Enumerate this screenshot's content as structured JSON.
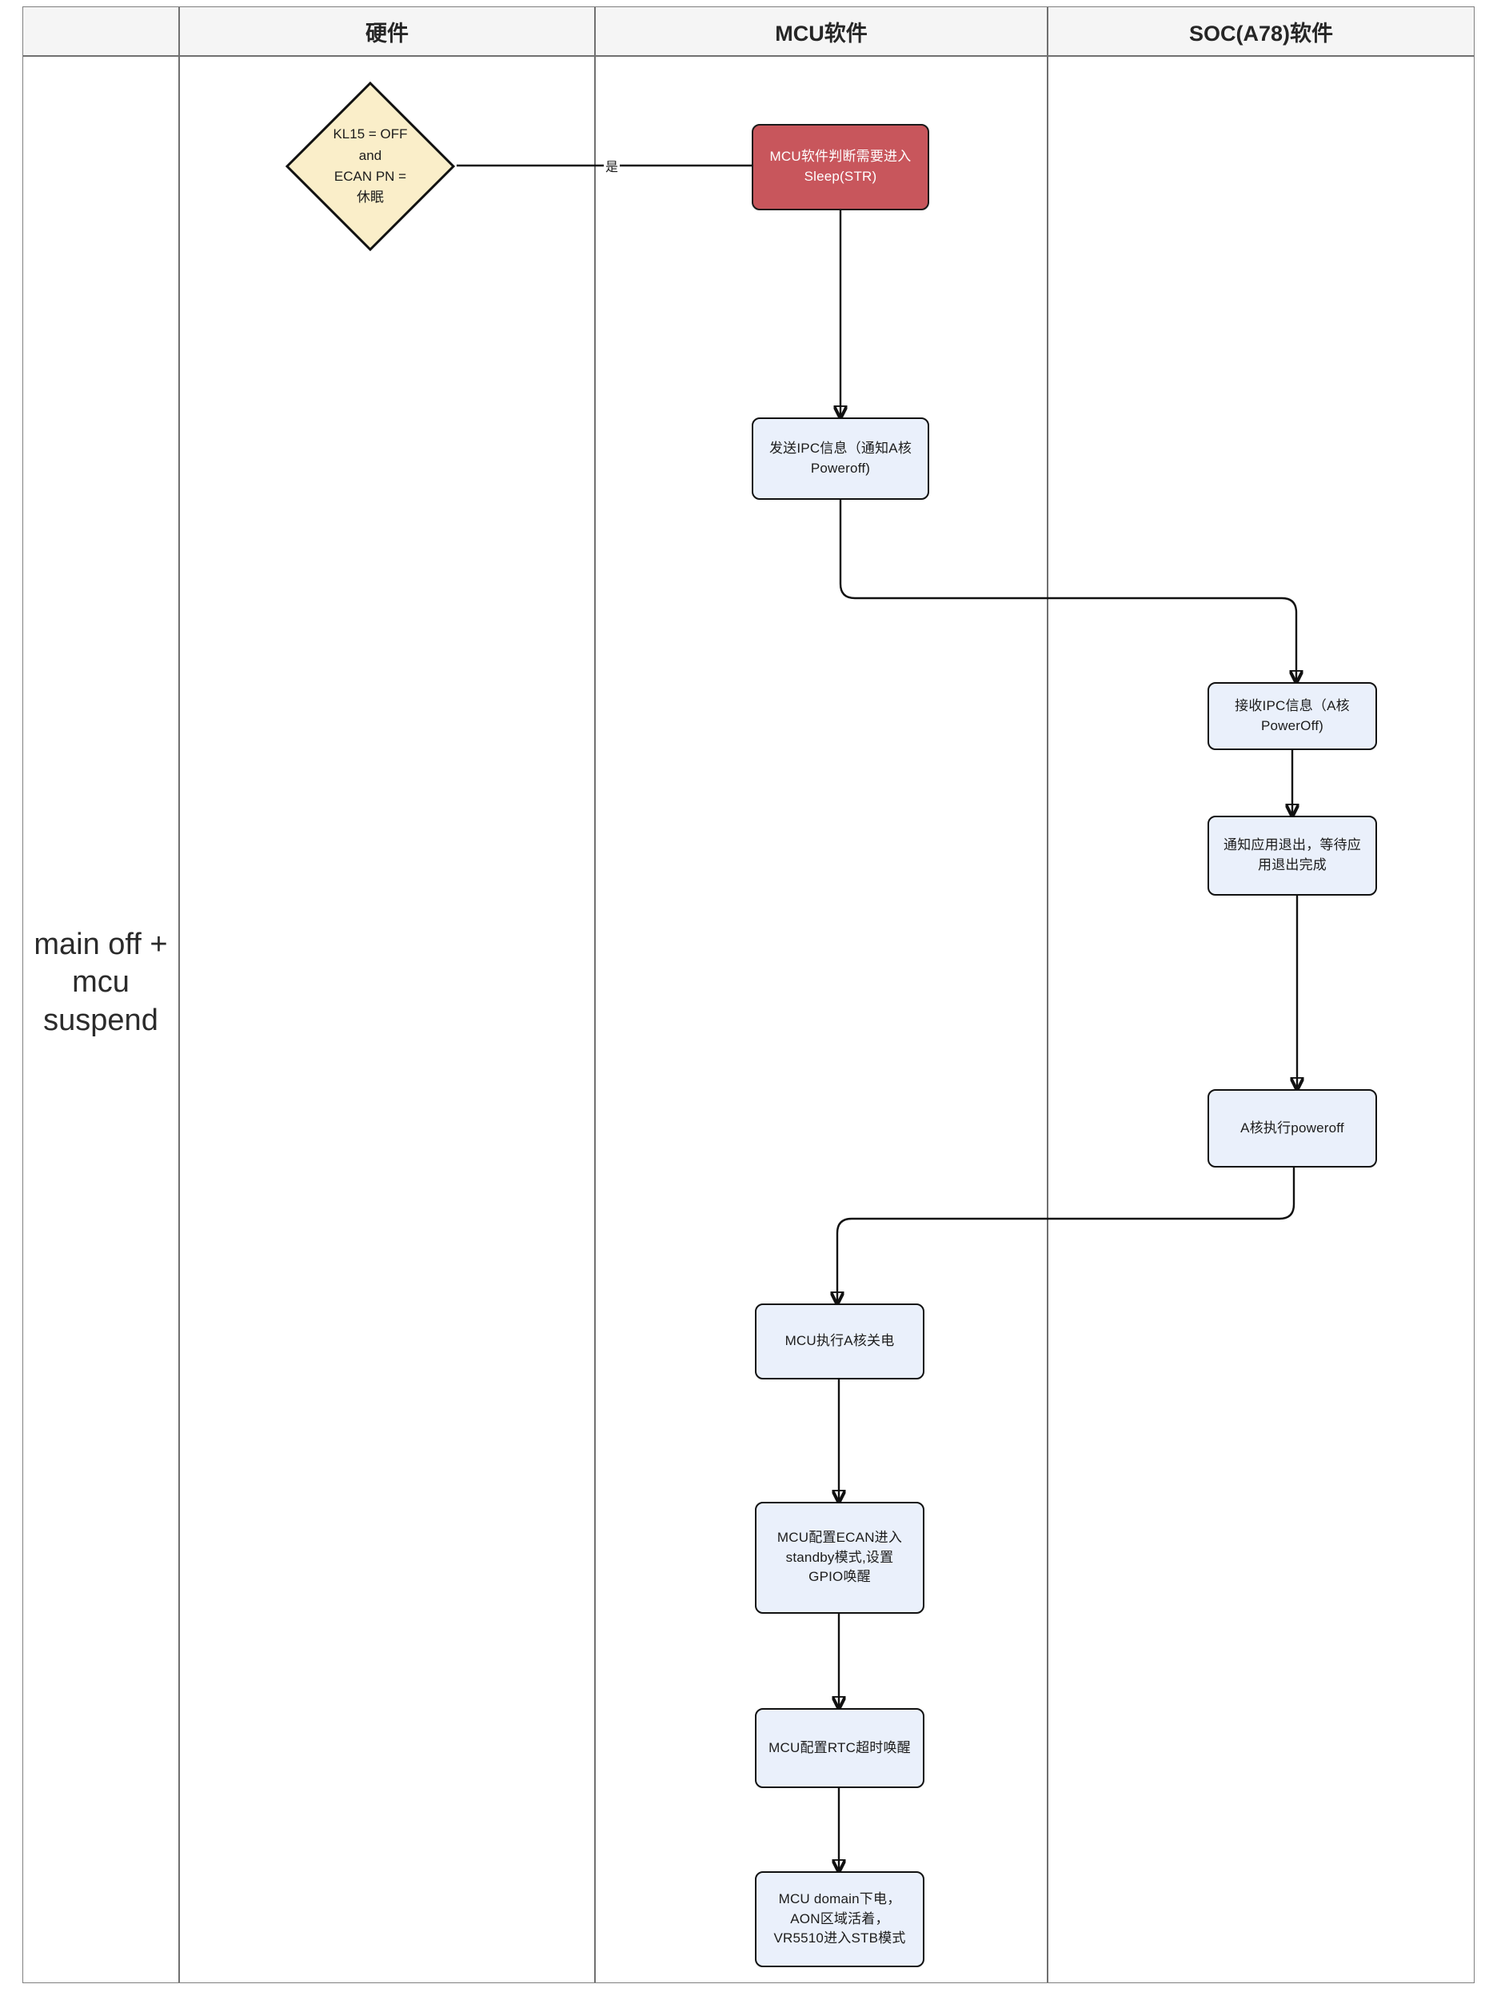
{
  "diagram": {
    "type": "swimlane-flowchart",
    "title": "main off + mcu suspend",
    "lanes": [
      {
        "id": "phase",
        "header": "",
        "body_label": "main off\n+ mcu\nsuspend"
      },
      {
        "id": "hardware",
        "header": "硬件",
        "body_label": ""
      },
      {
        "id": "mcu",
        "header": "MCU软件",
        "body_label": ""
      },
      {
        "id": "soc",
        "header": "SOC(A78)软件",
        "body_label": ""
      }
    ],
    "nodes": [
      {
        "id": "n1",
        "lane": "hardware",
        "shape": "diamond",
        "style": "decision",
        "text": "KL15 = OFF\nand\nECAN PN =\n休眠"
      },
      {
        "id": "n2",
        "lane": "mcu",
        "shape": "rounded-rect",
        "style": "alert",
        "text": "MCU软件判断需要进入\nSleep(STR)"
      },
      {
        "id": "n3",
        "lane": "mcu",
        "shape": "rounded-rect",
        "style": "process",
        "text": "发送IPC信息（通知A核\nPoweroff)"
      },
      {
        "id": "n4",
        "lane": "soc",
        "shape": "rounded-rect",
        "style": "process",
        "text": "接收IPC信息（A核\nPowerOff)"
      },
      {
        "id": "n5",
        "lane": "soc",
        "shape": "rounded-rect",
        "style": "process",
        "text": "通知应用退出，等待应\n用退出完成"
      },
      {
        "id": "n6",
        "lane": "soc",
        "shape": "rounded-rect",
        "style": "process",
        "text": "A核执行poweroff"
      },
      {
        "id": "n7",
        "lane": "mcu",
        "shape": "rounded-rect",
        "style": "process",
        "text": "MCU执行A核关电"
      },
      {
        "id": "n8",
        "lane": "mcu",
        "shape": "rounded-rect",
        "style": "process",
        "text": "MCU配置ECAN进入\nstandby模式,设置\nGPIO唤醒"
      },
      {
        "id": "n9",
        "lane": "mcu",
        "shape": "rounded-rect",
        "style": "process",
        "text": "MCU配置RTC超时唤醒"
      },
      {
        "id": "n10",
        "lane": "mcu",
        "shape": "rounded-rect",
        "style": "process",
        "text": "MCU domain下电，\nAON区域活着，\nVR5510进入STB模式"
      }
    ],
    "edges": [
      {
        "from": "n1",
        "to": "n2",
        "label": "是"
      },
      {
        "from": "n2",
        "to": "n3",
        "label": ""
      },
      {
        "from": "n3",
        "to": "n4",
        "label": ""
      },
      {
        "from": "n4",
        "to": "n5",
        "label": ""
      },
      {
        "from": "n5",
        "to": "n6",
        "label": ""
      },
      {
        "from": "n6",
        "to": "n7",
        "label": ""
      },
      {
        "from": "n7",
        "to": "n8",
        "label": ""
      },
      {
        "from": "n8",
        "to": "n9",
        "label": ""
      },
      {
        "from": "n9",
        "to": "n10",
        "label": ""
      }
    ],
    "colors": {
      "decision_fill": "#faeec9",
      "process_fill": "#eaf0fb",
      "alert_fill": "#c8565c",
      "stroke": "#111111",
      "lane_header_fill": "#f5f5f5",
      "lane_border": "#707070"
    }
  }
}
